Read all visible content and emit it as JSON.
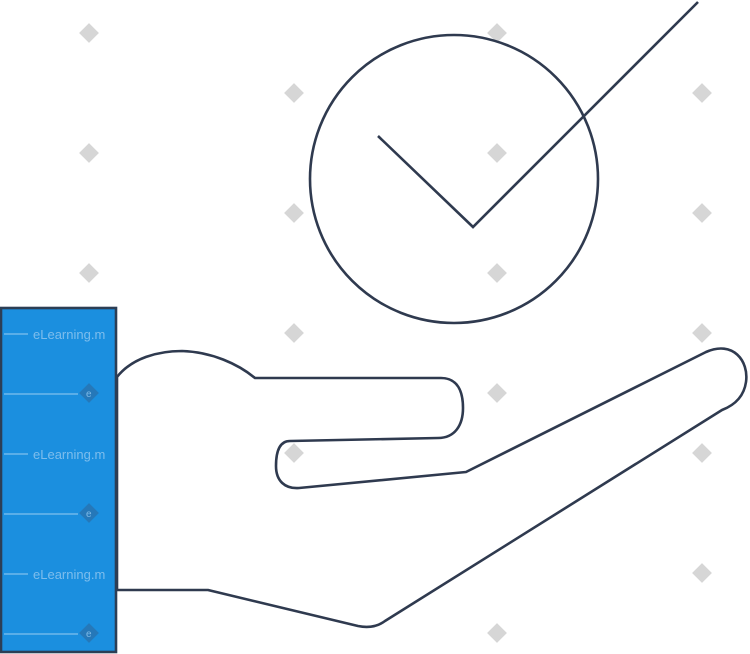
{
  "illustration": {
    "subject": "hand-holding-checkmark",
    "colors": {
      "outline": "#2f3a4f",
      "sleeve_fill": "#1b8fdf",
      "sleeve_edge": "#2c3e55",
      "watermark_diamond": "#cfcfcf",
      "background": "#ffffff"
    }
  },
  "watermark": {
    "text": "eLearning.m",
    "badge_letter": "e"
  }
}
